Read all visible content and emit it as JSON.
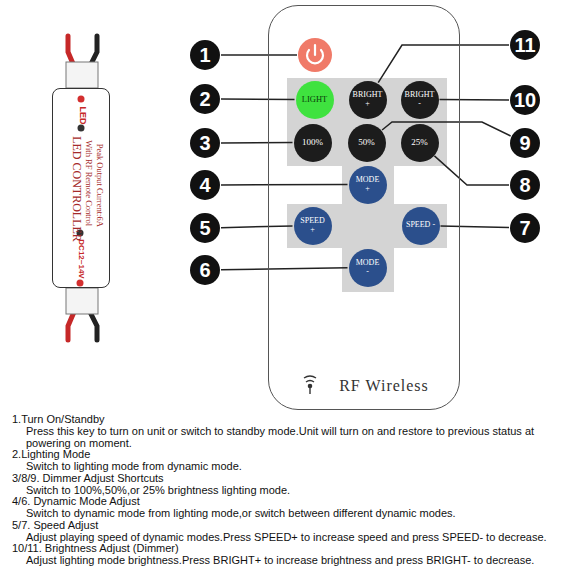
{
  "diagram": {
    "nodes": [
      {
        "text": [
          "LED",
          "LED CONTROLLER",
          "With RF Remote Control",
          "Peak Output Current:6A",
          "DC12~14V"
        ]
      },
      {
        "text": [
          "RF Wireless"
        ]
      },
      {
        "text": [
          "LIGHT"
        ],
        "in": 1
      },
      {
        "text": [
          "BRIGHT +"
        ],
        "in": 1
      },
      {
        "text": [
          "BRIGHT -"
        ],
        "in": 1
      },
      {
        "text": [
          "100%"
        ],
        "in": 1
      },
      {
        "text": [
          "50%"
        ],
        "in": 1
      },
      {
        "text": [
          "25%"
        ],
        "in": 1
      },
      {
        "text": [
          "MODE +"
        ],
        "in": 1
      },
      {
        "text": [
          "SPEED +"
        ],
        "in": 1
      },
      {
        "text": [
          "SPEED -"
        ],
        "in": 1
      },
      {
        "text": [
          "MODE -"
        ],
        "in": 1
      },
      {
        "text": [
          "1"
        ]
      },
      {
        "text": [
          "2"
        ]
      },
      {
        "text": [
          "3"
        ]
      },
      {
        "text": [
          "4"
        ]
      },
      {
        "text": [
          "5"
        ]
      },
      {
        "text": [
          "6"
        ]
      },
      {
        "text": [
          "7"
        ]
      },
      {
        "text": [
          "8"
        ]
      },
      {
        "text": [
          "9"
        ]
      },
      {
        "text": [
          "10"
        ]
      },
      {
        "text": [
          "11"
        ]
      }
    ],
    "edges": [
      {
        "from": 13,
        "to": 2,
        "arrow": "none"
      },
      {
        "from": 14,
        "to": 5,
        "arrow": "none"
      },
      {
        "from": 15,
        "to": 8,
        "arrow": "none"
      },
      {
        "from": 16,
        "to": 9,
        "arrow": "none"
      },
      {
        "from": 17,
        "to": 11,
        "arrow": "none"
      },
      {
        "from": 18,
        "to": 10,
        "arrow": "none"
      },
      {
        "from": 19,
        "to": 7,
        "arrow": "none"
      },
      {
        "from": 20,
        "to": 6,
        "arrow": "none"
      },
      {
        "from": 21,
        "to": 4,
        "arrow": "none"
      },
      {
        "from": 22,
        "to": 3,
        "arrow": "none"
      }
    ],
    "labels": [
      "1.Turn On/Standby",
      "Press this key to turn on unit or switch to standby mode.Unit will turn on and restore to previous status at powering on moment.",
      "2.Lighting Mode",
      "Switch to lighting mode from dynamic mode.",
      "3/8/9. Dimmer Adjust Shortcuts",
      "Switch to 100%,50%,or 25% brightness lighting mode.",
      "4/6. Dynamic Mode Adjust",
      "Switch to dynamic mode from lighting mode,or switch between different dynamic modes.",
      "5/7. Speed Adjust",
      "Adjust playing speed of dynamic modes.Press SPEED+ to increase speed and press SPEED- to decrease.",
      "10/11. Brightness Adjust (Dimmer)",
      "Adjust lighting mode brightness.Press BRIGHT+ to increase brightness and press BRIGHT- to decrease."
    ]
  }
}
